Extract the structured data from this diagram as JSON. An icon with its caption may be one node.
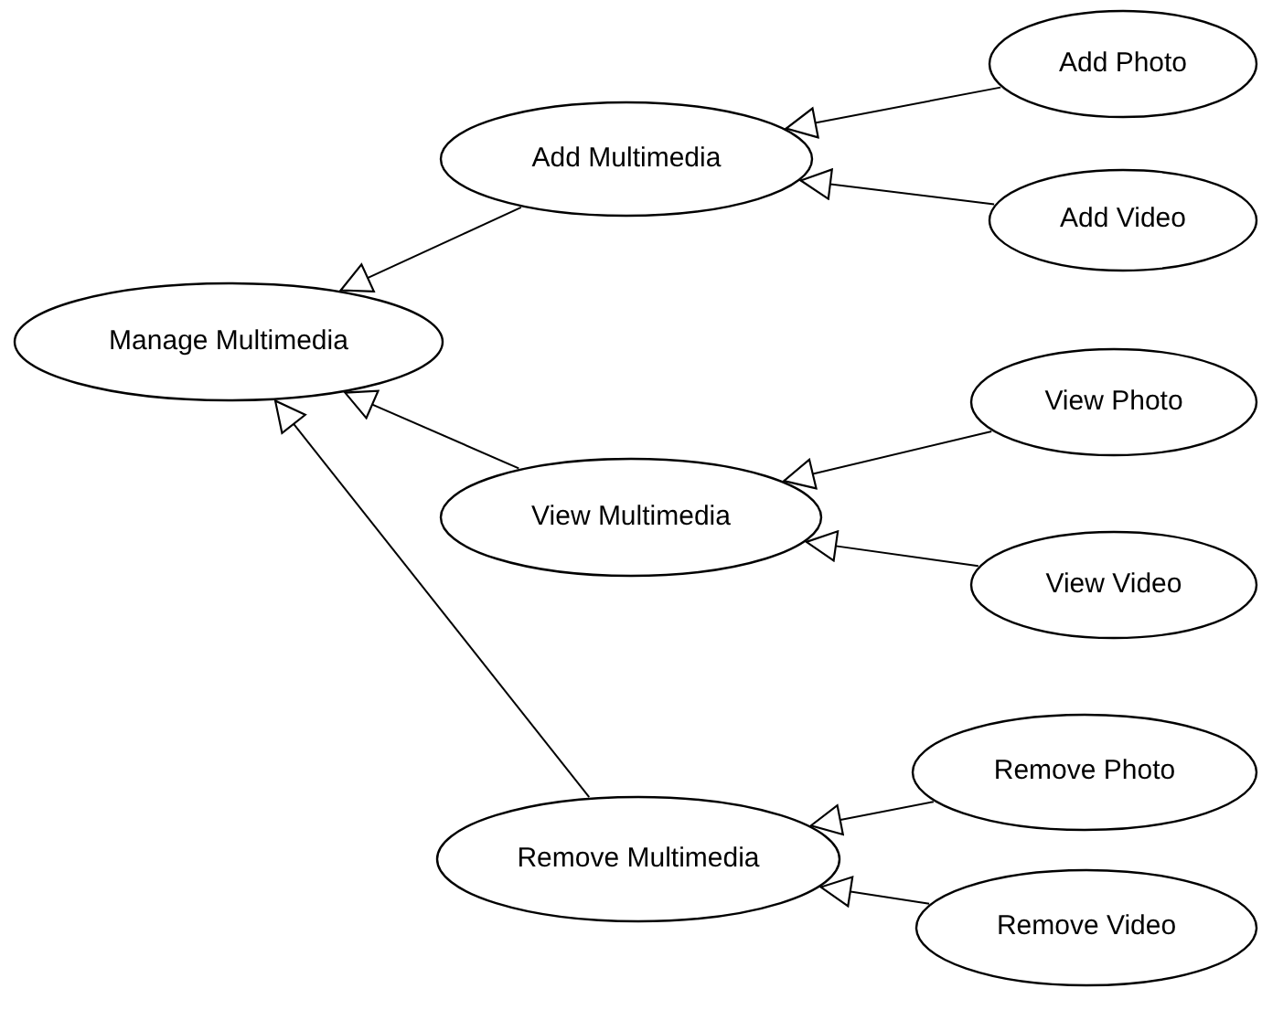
{
  "diagram": {
    "nodes": [
      {
        "text": [
          "Manage Multimedia"
        ]
      },
      {
        "text": [
          "Add Multimedia"
        ]
      },
      {
        "text": [
          "Add Photo"
        ]
      },
      {
        "text": [
          "Add Video"
        ]
      },
      {
        "text": [
          "View Multimedia"
        ]
      },
      {
        "text": [
          "View Photo"
        ]
      },
      {
        "text": [
          "View Video"
        ]
      },
      {
        "text": [
          "Remove Multimedia"
        ]
      },
      {
        "text": [
          "Remove Photo"
        ]
      },
      {
        "text": [
          "Remove Video"
        ]
      }
    ],
    "edges": [
      {
        "from": 1,
        "to": 0,
        "arrow": "to"
      },
      {
        "from": 4,
        "to": 0,
        "arrow": "to"
      },
      {
        "from": 7,
        "to": 0,
        "arrow": "to"
      },
      {
        "from": 2,
        "to": 1,
        "arrow": "to"
      },
      {
        "from": 3,
        "to": 1,
        "arrow": "to"
      },
      {
        "from": 5,
        "to": 4,
        "arrow": "to"
      },
      {
        "from": 6,
        "to": 4,
        "arrow": "to"
      },
      {
        "from": 8,
        "to": 7,
        "arrow": "to"
      },
      {
        "from": 9,
        "to": 7,
        "arrow": "to"
      }
    ]
  }
}
